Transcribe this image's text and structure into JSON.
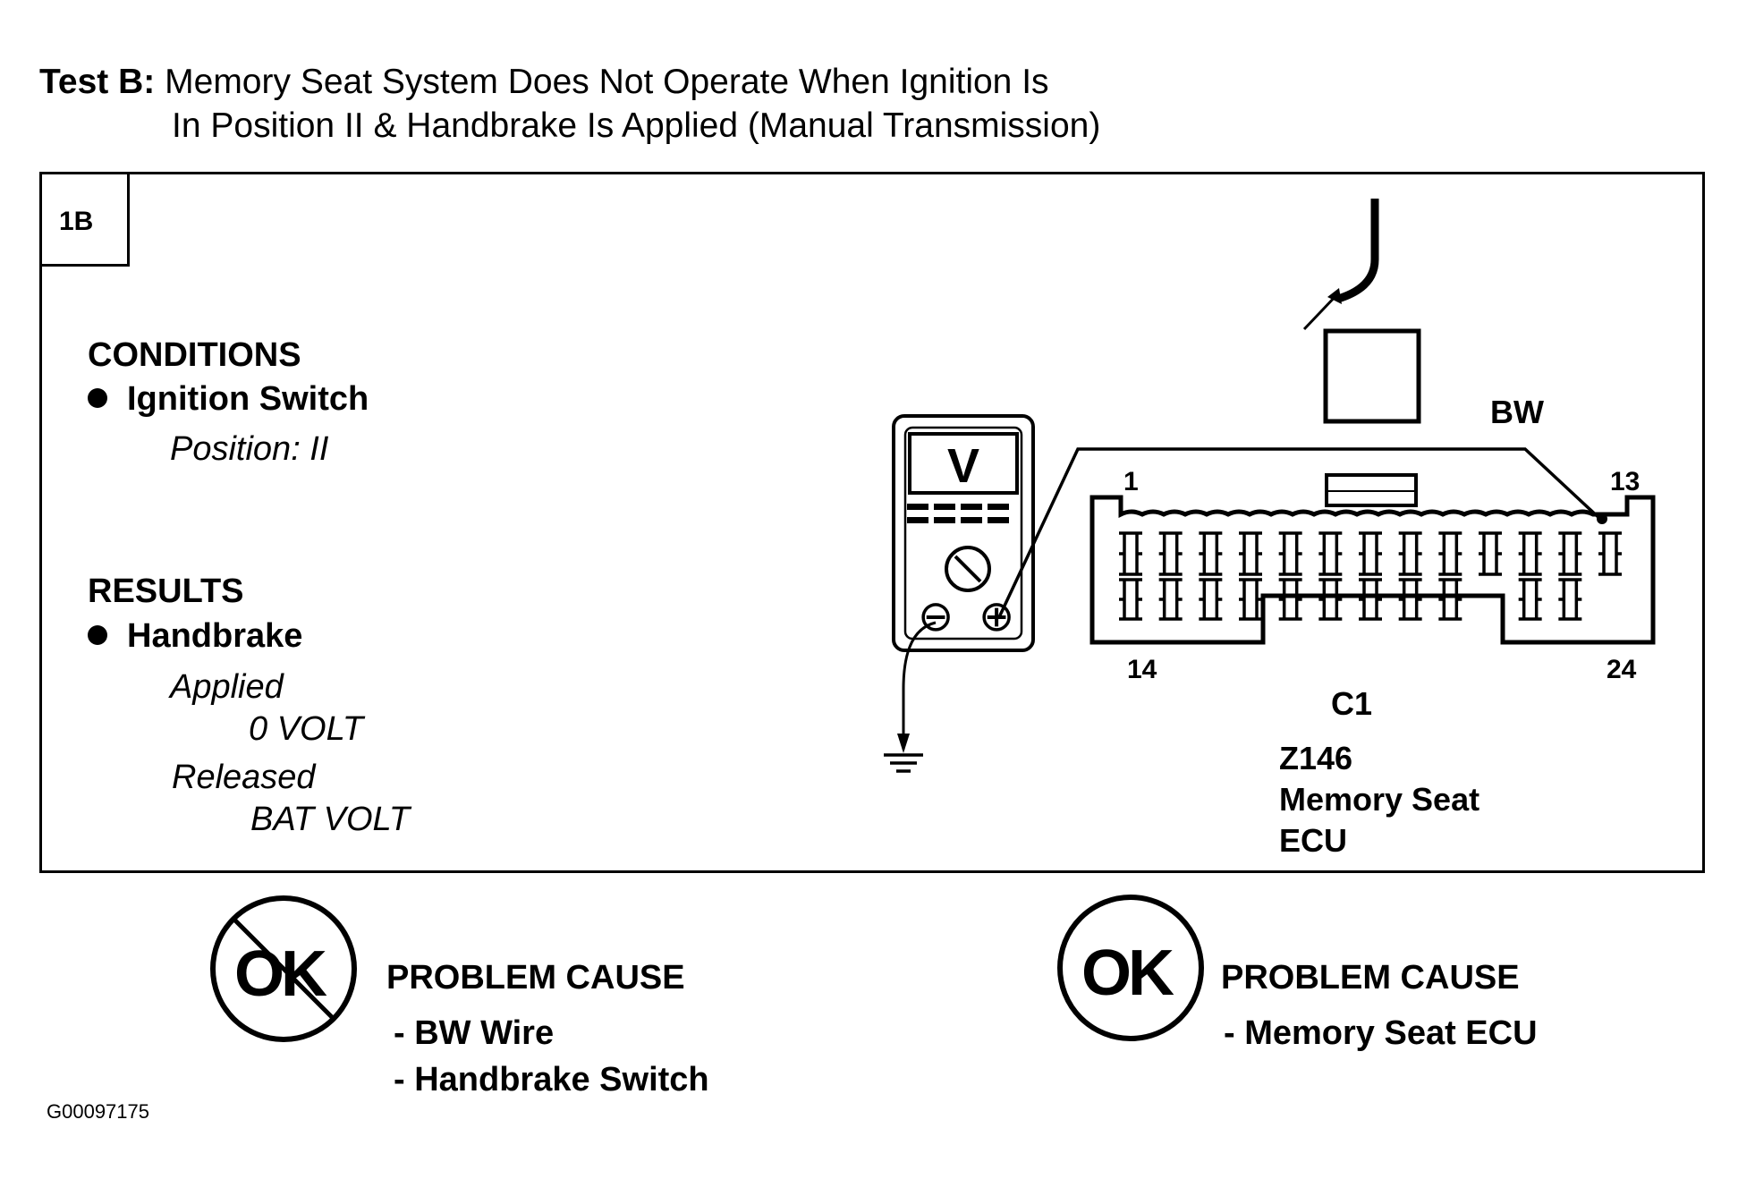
{
  "title": {
    "label": "Test B:",
    "line1": "Memory Seat System Does Not Operate When Ignition Is",
    "line2": "In Position II & Handbrake Is Applied (Manual Transmission)"
  },
  "step": "1B",
  "conditions": {
    "heading": "CONDITIONS",
    "item": "Ignition Switch",
    "value": "Position: II"
  },
  "results": {
    "heading": "RESULTS",
    "item": "Handbrake",
    "applied_label": "Applied",
    "applied_value": "0 VOLT",
    "released_label": "Released",
    "released_value": "BAT VOLT"
  },
  "meter": {
    "display": "V",
    "neg_symbol": "⊖",
    "pos_symbol": "⊕"
  },
  "connector": {
    "wire": "BW",
    "pins": {
      "top_left": "1",
      "top_right": "13",
      "bottom_left": "14",
      "bottom_right": "24"
    },
    "name": "C1",
    "component_id": "Z146",
    "component_line1": "Memory Seat",
    "component_line2": "ECU"
  },
  "outcome_not_ok": {
    "symbol": "OK",
    "heading": "PROBLEM CAUSE",
    "causes": [
      "- BW  Wire",
      "- Handbrake Switch"
    ]
  },
  "outcome_ok": {
    "symbol": "OK",
    "heading": "PROBLEM CAUSE",
    "causes": [
      "- Memory Seat ECU"
    ]
  },
  "figure_id": "G00097175"
}
